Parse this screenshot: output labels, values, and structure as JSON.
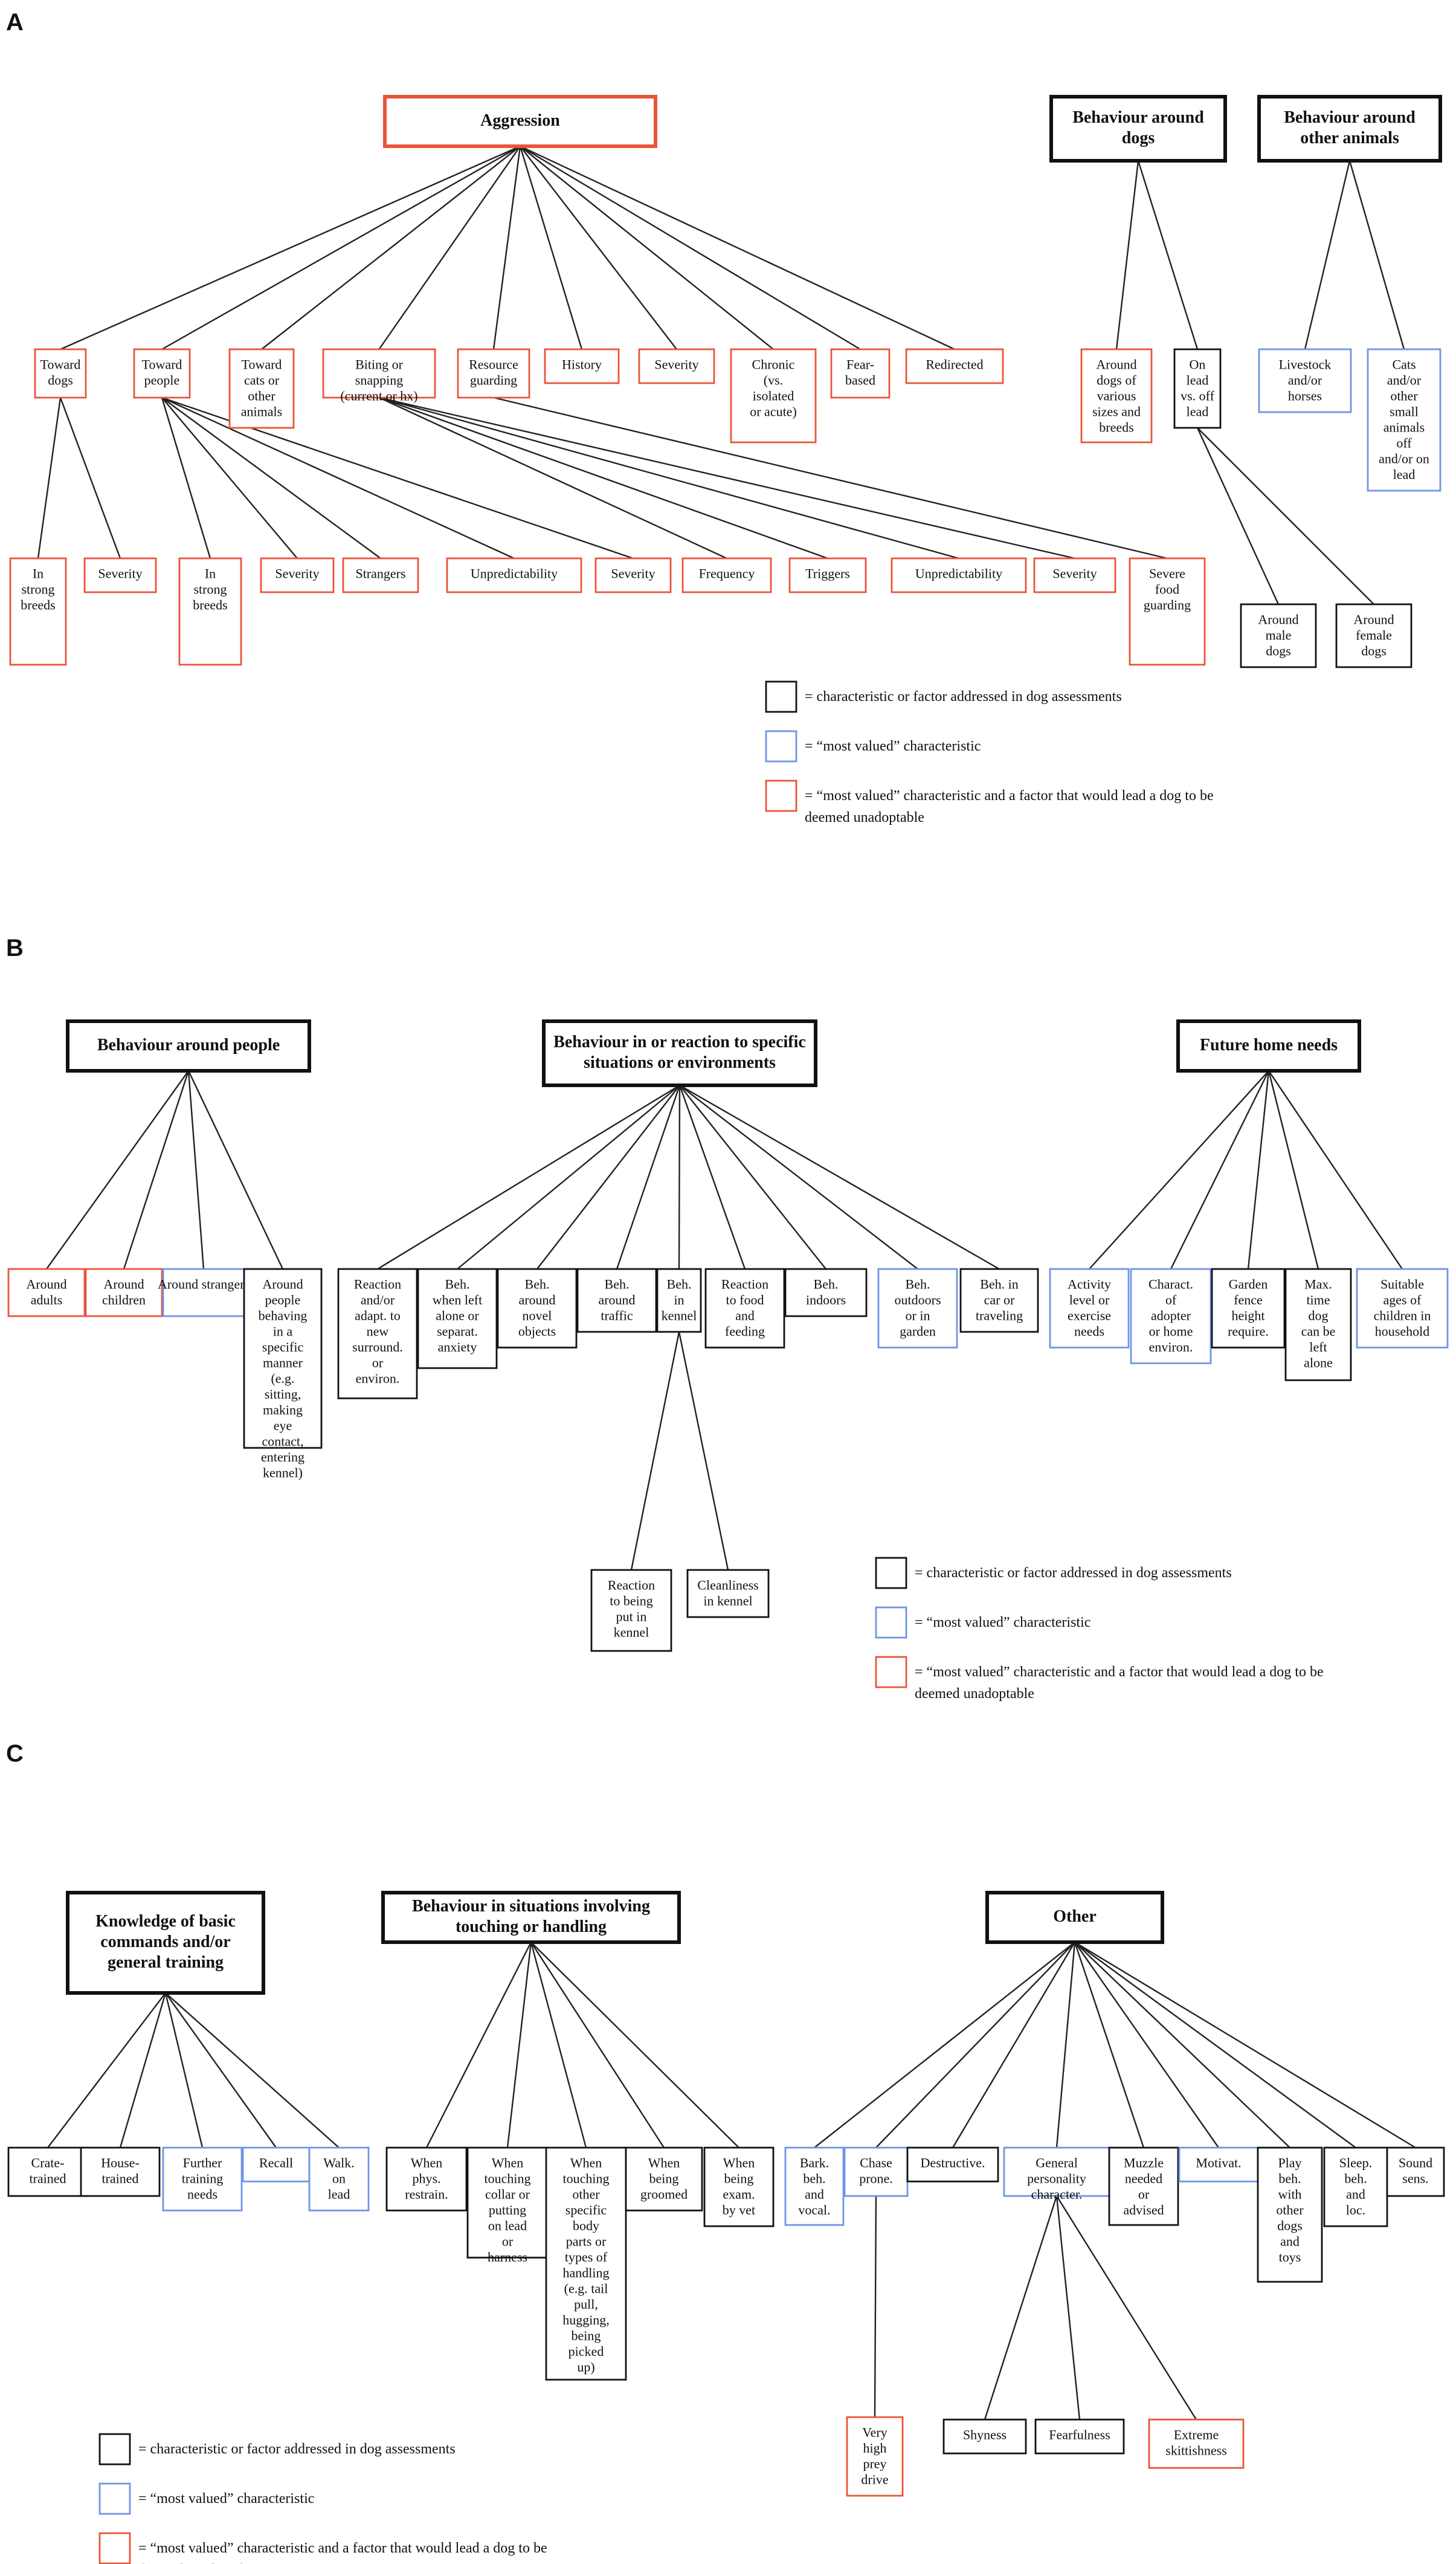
{
  "colors": {
    "black": "#111111",
    "blue": "#6f93e8",
    "red": "#e8553a",
    "line": "#222222"
  },
  "legend": {
    "black_label": [
      "= characteristic or factor addressed in dog assessments"
    ],
    "blue_label": [
      "= “most valued” characteristic"
    ],
    "red_label": [
      "= “most valued” characteristic and a factor that would lead a dog to be",
      "deemed unadoptable"
    ]
  },
  "panels": [
    {
      "letter": "A",
      "nodes": [
        {
          "id": "aggr",
          "lines": [
            "Aggression"
          ],
          "color": "red",
          "title": true
        },
        {
          "id": "bdogs",
          "lines": [
            "Behaviour around",
            "dogs"
          ],
          "color": "black",
          "title": true
        },
        {
          "id": "banimals",
          "lines": [
            "Behaviour around",
            "other animals"
          ],
          "color": "black",
          "title": true
        },
        {
          "id": "a_tdogs",
          "lines": [
            "Toward",
            "dogs"
          ],
          "color": "red"
        },
        {
          "id": "a_tpeople",
          "lines": [
            "Toward",
            "people"
          ],
          "color": "red"
        },
        {
          "id": "a_tcats",
          "lines": [
            "Toward",
            "cats or",
            "other",
            "animals"
          ],
          "color": "red"
        },
        {
          "id": "a_biting",
          "lines": [
            "Biting or",
            "snapping",
            "(current or hx)"
          ],
          "color": "red"
        },
        {
          "id": "a_resource",
          "lines": [
            "Resource",
            "guarding"
          ],
          "color": "red"
        },
        {
          "id": "a_history",
          "lines": [
            "History"
          ],
          "color": "red"
        },
        {
          "id": "a_severity",
          "lines": [
            "Severity"
          ],
          "color": "red"
        },
        {
          "id": "a_chronic",
          "lines": [
            "Chronic",
            "(vs.",
            "isolated",
            "or acute)"
          ],
          "color": "red"
        },
        {
          "id": "a_fear",
          "lines": [
            "Fear-",
            "based"
          ],
          "color": "red"
        },
        {
          "id": "a_redirected",
          "lines": [
            "Redirected"
          ],
          "color": "red"
        },
        {
          "id": "d_around",
          "lines": [
            "Around",
            "dogs of",
            "various",
            "sizes and",
            "breeds"
          ],
          "color": "red"
        },
        {
          "id": "d_onlead",
          "lines": [
            "On",
            "lead",
            "vs. off",
            "lead"
          ],
          "color": "black"
        },
        {
          "id": "o_livestock",
          "lines": [
            "Livestock",
            "and/or",
            "horses"
          ],
          "color": "blue"
        },
        {
          "id": "o_cats",
          "lines": [
            "Cats",
            "and/or",
            "other",
            "small",
            "animals",
            "off",
            "and/or on",
            "lead"
          ],
          "color": "blue"
        },
        {
          "id": "l_strong1",
          "lines": [
            "In",
            "strong",
            "breeds"
          ],
          "color": "red"
        },
        {
          "id": "l_sev1",
          "lines": [
            "Severity"
          ],
          "color": "red"
        },
        {
          "id": "l_strong2",
          "lines": [
            "In",
            "strong",
            "breeds"
          ],
          "color": "red"
        },
        {
          "id": "l_sev2",
          "lines": [
            "Severity"
          ],
          "color": "red"
        },
        {
          "id": "l_strangers",
          "lines": [
            "Strangers"
          ],
          "color": "red"
        },
        {
          "id": "l_unpred1",
          "lines": [
            "Unpredictability"
          ],
          "color": "red"
        },
        {
          "id": "l_sev3",
          "lines": [
            "Severity"
          ],
          "color": "red"
        },
        {
          "id": "l_freq",
          "lines": [
            "Frequency"
          ],
          "color": "red"
        },
        {
          "id": "l_triggers",
          "lines": [
            "Triggers"
          ],
          "color": "red"
        },
        {
          "id": "l_unpred2",
          "lines": [
            "Unpredictability"
          ],
          "color": "red"
        },
        {
          "id": "l_sev4",
          "lines": [
            "Severity"
          ],
          "color": "red"
        },
        {
          "id": "l_food",
          "lines": [
            "Severe",
            "food",
            "guarding"
          ],
          "color": "red"
        },
        {
          "id": "l_male",
          "lines": [
            "Around",
            "male",
            "dogs"
          ],
          "color": "black"
        },
        {
          "id": "l_female",
          "lines": [
            "Around",
            "female",
            "dogs"
          ],
          "color": "black"
        }
      ],
      "edges": [
        [
          "aggr",
          "a_tdogs"
        ],
        [
          "aggr",
          "a_tpeople"
        ],
        [
          "aggr",
          "a_tcats"
        ],
        [
          "aggr",
          "a_biting"
        ],
        [
          "aggr",
          "a_resource"
        ],
        [
          "aggr",
          "a_history"
        ],
        [
          "aggr",
          "a_severity"
        ],
        [
          "aggr",
          "a_chronic"
        ],
        [
          "aggr",
          "a_fear"
        ],
        [
          "aggr",
          "a_redirected"
        ],
        [
          "bdogs",
          "d_around"
        ],
        [
          "bdogs",
          "d_onlead"
        ],
        [
          "banimals",
          "o_livestock"
        ],
        [
          "banimals",
          "o_cats"
        ],
        [
          "a_tdogs",
          "l_strong1"
        ],
        [
          "a_tdogs",
          "l_sev1"
        ],
        [
          "a_tpeople",
          "l_strong2"
        ],
        [
          "a_tpeople",
          "l_sev2"
        ],
        [
          "a_tpeople",
          "l_strangers"
        ],
        [
          "a_tpeople",
          "l_unpred1"
        ],
        [
          "a_tpeople",
          "l_sev3"
        ],
        [
          "a_biting",
          "l_freq"
        ],
        [
          "a_biting",
          "l_triggers"
        ],
        [
          "a_biting",
          "l_unpred2"
        ],
        [
          "a_biting",
          "l_sev4"
        ],
        [
          "a_resource",
          "l_food"
        ],
        [
          "d_onlead",
          "l_male"
        ],
        [
          "d_onlead",
          "l_female"
        ]
      ]
    },
    {
      "letter": "B",
      "nodes": [
        {
          "id": "bp",
          "lines": [
            "Behaviour around people"
          ],
          "color": "black",
          "title": true
        },
        {
          "id": "bs",
          "lines": [
            "Behaviour in or reaction to specific",
            "situations or environments"
          ],
          "color": "black",
          "title": true
        },
        {
          "id": "fh",
          "lines": [
            "Future home needs"
          ],
          "color": "black",
          "title": true
        },
        {
          "id": "p_adults",
          "lines": [
            "Around",
            "adults"
          ],
          "color": "red"
        },
        {
          "id": "p_children",
          "lines": [
            "Around",
            "children"
          ],
          "color": "red"
        },
        {
          "id": "p_strangers",
          "lines": [
            "Around strangers"
          ],
          "color": "blue"
        },
        {
          "id": "p_manner",
          "lines": [
            "Around",
            "people",
            "behaving",
            "in a",
            "specific",
            "manner",
            "(e.g.",
            "sitting,",
            "making",
            "eye",
            "contact,",
            "entering",
            "kennel)"
          ],
          "color": "black"
        },
        {
          "id": "s_reaction",
          "lines": [
            "Reaction",
            "and/or",
            "adapt. to",
            "new",
            "surround.",
            "or",
            "environ."
          ],
          "color": "black"
        },
        {
          "id": "s_alone",
          "lines": [
            "Beh.",
            "when left",
            "alone or",
            "separat.",
            "anxiety"
          ],
          "color": "black"
        },
        {
          "id": "s_novel",
          "lines": [
            "Beh.",
            "around",
            "novel",
            "objects"
          ],
          "color": "black"
        },
        {
          "id": "s_traffic",
          "lines": [
            "Beh.",
            "around",
            "traffic"
          ],
          "color": "black"
        },
        {
          "id": "s_kennel",
          "lines": [
            "Beh.",
            "in",
            "kennel"
          ],
          "color": "black"
        },
        {
          "id": "s_food",
          "lines": [
            "Reaction",
            "to food",
            "and",
            "feeding"
          ],
          "color": "black"
        },
        {
          "id": "s_indoors",
          "lines": [
            "Beh.",
            "indoors"
          ],
          "color": "black"
        },
        {
          "id": "s_outdoors",
          "lines": [
            "Beh.",
            "outdoors",
            "or in",
            "garden"
          ],
          "color": "blue"
        },
        {
          "id": "s_car",
          "lines": [
            "Beh. in",
            "car or",
            "traveling"
          ],
          "color": "black"
        },
        {
          "id": "k_put",
          "lines": [
            "Reaction",
            "to being",
            "put in",
            "kennel"
          ],
          "color": "black"
        },
        {
          "id": "k_clean",
          "lines": [
            "Cleanliness",
            "in kennel"
          ],
          "color": "black"
        },
        {
          "id": "h_activity",
          "lines": [
            "Activity",
            "level or",
            "exercise",
            "needs"
          ],
          "color": "blue"
        },
        {
          "id": "h_adopter",
          "lines": [
            "Charact.",
            "of",
            "adopter",
            "or home",
            "environ."
          ],
          "color": "blue"
        },
        {
          "id": "h_garden",
          "lines": [
            "Garden",
            "fence",
            "height",
            "require."
          ],
          "color": "black"
        },
        {
          "id": "h_maxtime",
          "lines": [
            "Max.",
            "time",
            "dog",
            "can be",
            "left",
            "alone"
          ],
          "color": "black"
        },
        {
          "id": "h_ages",
          "lines": [
            "Suitable",
            "ages of",
            "children in",
            "household"
          ],
          "color": "blue"
        }
      ],
      "edges": [
        [
          "bp",
          "p_adults"
        ],
        [
          "bp",
          "p_children"
        ],
        [
          "bp",
          "p_strangers"
        ],
        [
          "bp",
          "p_manner"
        ],
        [
          "bs",
          "s_reaction"
        ],
        [
          "bs",
          "s_alone"
        ],
        [
          "bs",
          "s_novel"
        ],
        [
          "bs",
          "s_traffic"
        ],
        [
          "bs",
          "s_kennel"
        ],
        [
          "bs",
          "s_food"
        ],
        [
          "bs",
          "s_indoors"
        ],
        [
          "bs",
          "s_outdoors"
        ],
        [
          "bs",
          "s_car"
        ],
        [
          "s_kennel",
          "k_put"
        ],
        [
          "s_kennel",
          "k_clean"
        ],
        [
          "fh",
          "h_activity"
        ],
        [
          "fh",
          "h_adopter"
        ],
        [
          "fh",
          "h_garden"
        ],
        [
          "fh",
          "h_maxtime"
        ],
        [
          "fh",
          "h_ages"
        ]
      ]
    },
    {
      "letter": "C",
      "nodes": [
        {
          "id": "kc",
          "lines": [
            "Knowledge of basic",
            "commands and/or",
            "general training"
          ],
          "color": "black",
          "title": true
        },
        {
          "id": "bt",
          "lines": [
            "Behaviour in situations involving",
            "touching or handling"
          ],
          "color": "black",
          "title": true
        },
        {
          "id": "ot",
          "lines": [
            "Other"
          ],
          "color": "black",
          "title": true
        },
        {
          "id": "c_crate",
          "lines": [
            "Crate-",
            "trained"
          ],
          "color": "black"
        },
        {
          "id": "c_house",
          "lines": [
            "House-",
            "trained"
          ],
          "color": "black"
        },
        {
          "id": "c_further",
          "lines": [
            "Further",
            "training",
            "needs"
          ],
          "color": "blue"
        },
        {
          "id": "c_recall",
          "lines": [
            "Recall"
          ],
          "color": "blue"
        },
        {
          "id": "c_walk",
          "lines": [
            "Walk.",
            "on",
            "lead"
          ],
          "color": "blue"
        },
        {
          "id": "t_restrain",
          "lines": [
            "When",
            "phys.",
            "restrain."
          ],
          "color": "black"
        },
        {
          "id": "t_collar",
          "lines": [
            "When",
            "touching",
            "collar or",
            "putting",
            "on lead",
            "or",
            "harness"
          ],
          "color": "black"
        },
        {
          "id": "t_body",
          "lines": [
            "When",
            "touching",
            "other",
            "specific",
            "body",
            "parts or",
            "types of",
            "handling",
            "(e.g. tail",
            "pull,",
            "hugging,",
            "being",
            "picked",
            "up)"
          ],
          "color": "black"
        },
        {
          "id": "t_groomed",
          "lines": [
            "When",
            "being",
            "groomed"
          ],
          "color": "black"
        },
        {
          "id": "t_vet",
          "lines": [
            "When",
            "being",
            "exam.",
            "by vet"
          ],
          "color": "black"
        },
        {
          "id": "o_bark",
          "lines": [
            "Bark.",
            "beh.",
            "and",
            "vocal."
          ],
          "color": "blue"
        },
        {
          "id": "o_chase",
          "lines": [
            "Chase",
            "prone."
          ],
          "color": "blue"
        },
        {
          "id": "o_destr",
          "lines": [
            "Destructive."
          ],
          "color": "black"
        },
        {
          "id": "o_general",
          "lines": [
            "General",
            "personality",
            "character."
          ],
          "color": "blue"
        },
        {
          "id": "o_muzzle",
          "lines": [
            "Muzzle",
            "needed",
            "or",
            "advised"
          ],
          "color": "black"
        },
        {
          "id": "o_motiv",
          "lines": [
            "Motivat."
          ],
          "color": "blue"
        },
        {
          "id": "o_play",
          "lines": [
            "Play",
            "beh.",
            "with",
            "other",
            "dogs",
            "and",
            "toys"
          ],
          "color": "black"
        },
        {
          "id": "o_sleep",
          "lines": [
            "Sleep.",
            "beh.",
            "and",
            "loc."
          ],
          "color": "black"
        },
        {
          "id": "o_sound",
          "lines": [
            "Sound",
            "sens."
          ],
          "color": "black"
        },
        {
          "id": "o_prey",
          "lines": [
            "Very",
            "high",
            "prey",
            "drive"
          ],
          "color": "red"
        },
        {
          "id": "o_shy",
          "lines": [
            "Shyness"
          ],
          "color": "black"
        },
        {
          "id": "o_fearful",
          "lines": [
            "Fearfulness"
          ],
          "color": "black"
        },
        {
          "id": "o_skittish",
          "lines": [
            "Extreme",
            "skittishness"
          ],
          "color": "red"
        }
      ],
      "edges": [
        [
          "kc",
          "c_crate"
        ],
        [
          "kc",
          "c_house"
        ],
        [
          "kc",
          "c_further"
        ],
        [
          "kc",
          "c_recall"
        ],
        [
          "kc",
          "c_walk"
        ],
        [
          "bt",
          "t_restrain"
        ],
        [
          "bt",
          "t_collar"
        ],
        [
          "bt",
          "t_body"
        ],
        [
          "bt",
          "t_groomed"
        ],
        [
          "bt",
          "t_vet"
        ],
        [
          "ot",
          "o_bark"
        ],
        [
          "ot",
          "o_chase"
        ],
        [
          "ot",
          "o_destr"
        ],
        [
          "ot",
          "o_general"
        ],
        [
          "ot",
          "o_muzzle"
        ],
        [
          "ot",
          "o_motiv"
        ],
        [
          "ot",
          "o_play"
        ],
        [
          "ot",
          "o_sleep"
        ],
        [
          "ot",
          "o_sound"
        ],
        [
          "o_chase",
          "o_prey"
        ],
        [
          "o_general",
          "o_shy"
        ],
        [
          "o_general",
          "o_fearful"
        ],
        [
          "o_general",
          "o_skittish"
        ]
      ]
    }
  ]
}
